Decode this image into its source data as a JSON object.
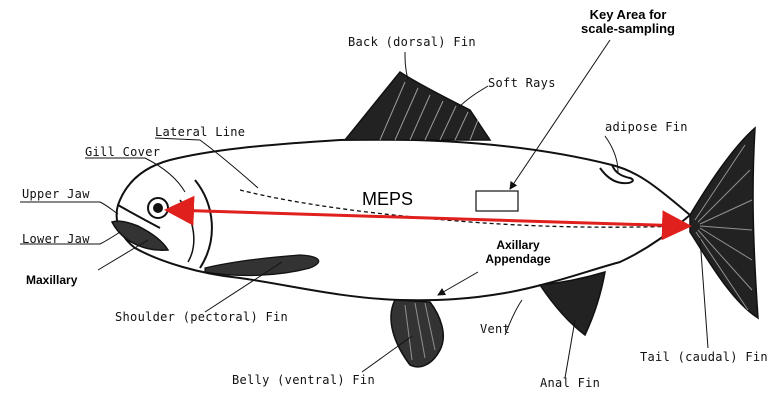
{
  "labels": {
    "back_dorsal_fin": "Back (dorsal) Fin",
    "soft_rays": "Soft Rays",
    "adipose_fin": "adipose Fin",
    "lateral_line": "Lateral Line",
    "gill_cover": "Gill Cover",
    "upper_jaw": "Upper Jaw",
    "lower_jaw": "Lower Jaw",
    "maxillary": "Maxillary",
    "shoulder_pectoral_fin": "Shoulder (pectoral) Fin",
    "belly_ventral_fin": "Belly (ventral) Fin",
    "vent": "Vent",
    "anal_fin": "Anal Fin",
    "tail_caudal_fin": "Tail (caudal) Fin",
    "axillary_line1": "Axillary",
    "axillary_line2": "Appendage",
    "key_area_line1": "Key Area for",
    "key_area_line2": "scale-sampling",
    "meps": "MEPS"
  },
  "colors": {
    "meps_arrow": "#e0201c",
    "ink": "#111111"
  }
}
